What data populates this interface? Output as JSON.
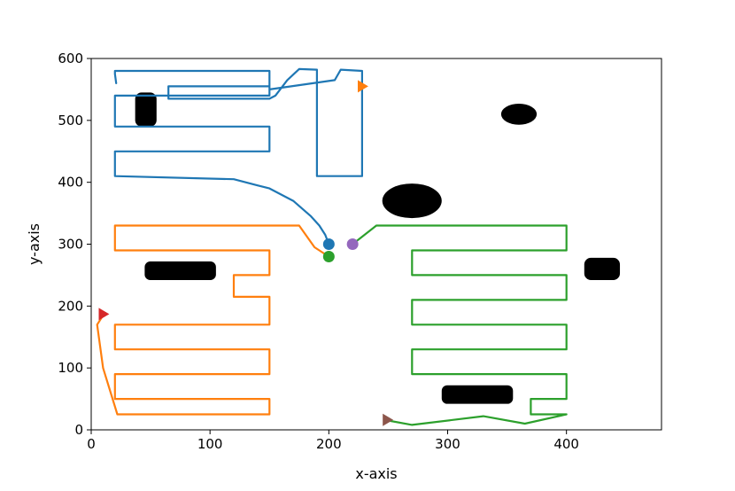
{
  "chart_data": {
    "type": "line",
    "title": "",
    "xlabel": "x-axis",
    "ylabel": "y-axis",
    "xlim": [
      0,
      480
    ],
    "ylim": [
      0,
      600
    ],
    "xticks": [
      0,
      100,
      200,
      300,
      400
    ],
    "yticks": [
      0,
      100,
      200,
      300,
      400,
      500,
      600
    ],
    "grid": false,
    "series": [
      {
        "color": "#1f77b4",
        "points": [
          [
            200,
            300
          ],
          [
            197,
            315
          ],
          [
            192,
            330
          ],
          [
            185,
            345
          ],
          [
            170,
            370
          ],
          [
            150,
            390
          ],
          [
            140,
            395
          ],
          [
            120,
            405
          ],
          [
            20,
            410
          ],
          [
            20,
            450
          ],
          [
            150,
            450
          ],
          [
            150,
            490
          ],
          [
            20,
            490
          ],
          [
            20,
            540
          ],
          [
            150,
            540
          ],
          [
            150,
            555
          ],
          [
            65,
            555
          ],
          [
            65,
            535
          ],
          [
            150,
            535
          ],
          [
            155,
            540
          ],
          [
            165,
            565
          ],
          [
            175,
            583
          ],
          [
            190,
            582
          ],
          [
            190,
            410
          ],
          [
            228,
            410
          ],
          [
            228,
            580
          ],
          [
            210,
            582
          ],
          [
            205,
            565
          ],
          [
            150,
            550
          ],
          [
            150,
            580
          ],
          [
            20,
            580
          ],
          [
            20,
            575
          ],
          [
            21,
            560
          ]
        ]
      },
      {
        "color": "#ff7f0e",
        "points": [
          [
            200,
            280
          ],
          [
            188,
            295
          ],
          [
            175,
            330
          ],
          [
            150,
            330
          ],
          [
            20,
            330
          ],
          [
            20,
            290
          ],
          [
            150,
            290
          ],
          [
            150,
            250
          ],
          [
            120,
            250
          ],
          [
            120,
            215
          ],
          [
            150,
            215
          ],
          [
            150,
            170
          ],
          [
            20,
            170
          ],
          [
            20,
            130
          ],
          [
            150,
            130
          ],
          [
            150,
            90
          ],
          [
            20,
            90
          ],
          [
            20,
            50
          ],
          [
            150,
            50
          ],
          [
            150,
            25
          ],
          [
            22,
            25
          ],
          [
            10,
            100
          ],
          [
            5,
            170
          ],
          [
            10,
            185
          ]
        ]
      },
      {
        "color": "#2ca02c",
        "points": [
          [
            220,
            300
          ],
          [
            230,
            315
          ],
          [
            240,
            330
          ],
          [
            400,
            330
          ],
          [
            400,
            290
          ],
          [
            270,
            290
          ],
          [
            270,
            250
          ],
          [
            400,
            250
          ],
          [
            400,
            210
          ],
          [
            270,
            210
          ],
          [
            270,
            170
          ],
          [
            400,
            170
          ],
          [
            400,
            130
          ],
          [
            270,
            130
          ],
          [
            270,
            90
          ],
          [
            400,
            90
          ],
          [
            400,
            50
          ],
          [
            370,
            50
          ],
          [
            370,
            25
          ],
          [
            400,
            25
          ],
          [
            365,
            10
          ],
          [
            330,
            22
          ],
          [
            270,
            8
          ],
          [
            250,
            15
          ]
        ]
      }
    ],
    "start_markers": [
      {
        "x": 200,
        "y": 300,
        "color": "#1f77b4"
      },
      {
        "x": 200,
        "y": 280,
        "color": "#2ca02c"
      },
      {
        "x": 220,
        "y": 300,
        "color": "#9467bd"
      }
    ],
    "end_markers": [
      {
        "x": 228,
        "y": 555,
        "color": "#ff7f0e"
      },
      {
        "x": 10,
        "y": 187,
        "color": "#d62728"
      },
      {
        "x": 249,
        "y": 16,
        "color": "#8c564b"
      }
    ],
    "obstacles": [
      {
        "shape": "rect",
        "x0": 37,
        "x1": 55,
        "y0": 490,
        "y1": 545,
        "color": "#000000"
      },
      {
        "shape": "rect",
        "x0": 45,
        "x1": 105,
        "y0": 242,
        "y1": 272,
        "color": "#000000"
      },
      {
        "shape": "rect",
        "x0": 295,
        "x1": 355,
        "y0": 42,
        "y1": 72,
        "color": "#000000"
      },
      {
        "shape": "rect",
        "x0": 415,
        "x1": 445,
        "y0": 242,
        "y1": 278,
        "color": "#000000"
      },
      {
        "shape": "ellipse",
        "cx": 270,
        "cy": 370,
        "rx": 25,
        "ry": 28,
        "color": "#000000"
      },
      {
        "shape": "ellipse",
        "cx": 360,
        "cy": 510,
        "rx": 15,
        "ry": 17,
        "color": "#000000"
      }
    ]
  }
}
